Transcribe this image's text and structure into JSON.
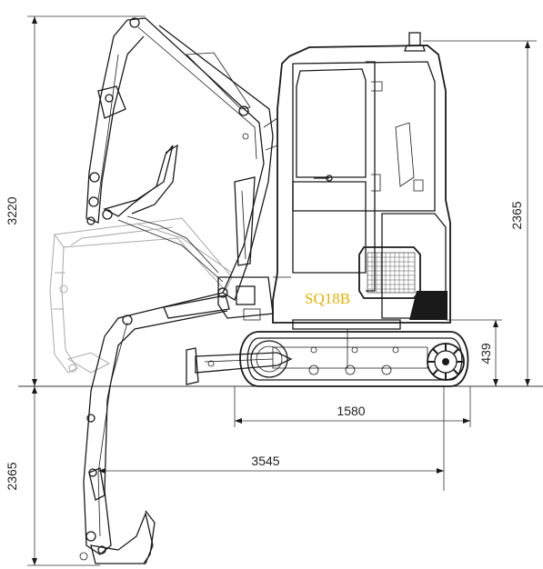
{
  "model_label": "SQ18B",
  "model_color": "#e8b000",
  "dimensions": {
    "total_height": "3220",
    "cab_height": "2365",
    "track_height": "439",
    "track_length": "1580",
    "max_reach": "3545",
    "dig_depth": "2365"
  }
}
